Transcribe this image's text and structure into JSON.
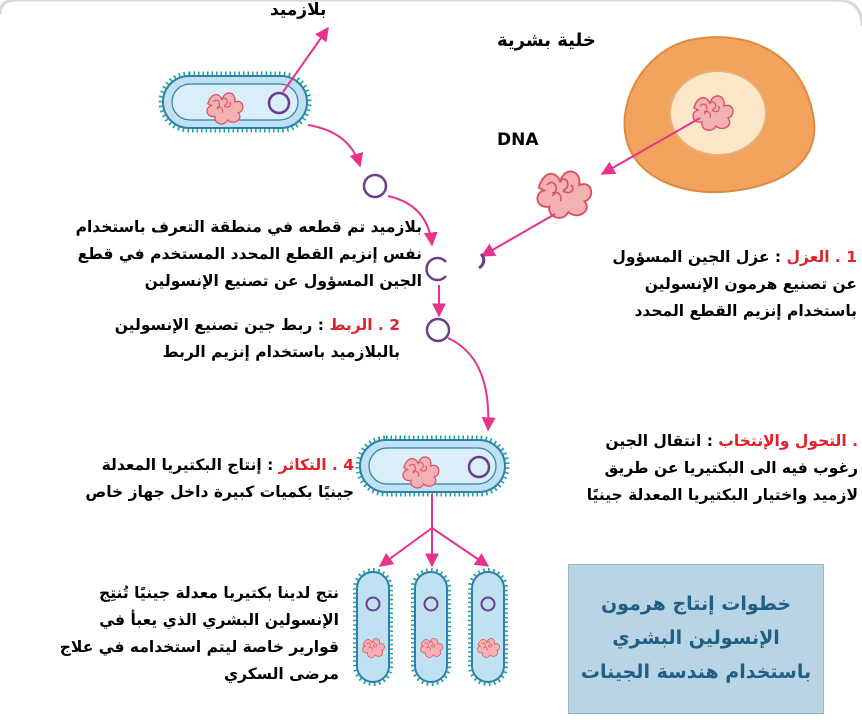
{
  "labels": {
    "plasmid": "بلازميد",
    "human_cell": "خلية بشرية",
    "dna": "DNA"
  },
  "step1": {
    "number": "1 . ",
    "name": "العزل",
    "sep": " : ",
    "line1": "عزل الجين المسؤول",
    "line2": "عن تصنيع هرمون الإنسولين",
    "line3": "باستخدام إنزيم القطع المحدد"
  },
  "cut_note": {
    "line1": "بلازميد تم قطعه في منطقة التعرف باستخدام",
    "line2": "نفس إنزيم القطع المحدد المستخدم في قطع",
    "line3": "الجين المسؤول عن تصنيع الإنسولين"
  },
  "step2": {
    "number": "2 . ",
    "name": "الربط",
    "sep": " : ",
    "line1": "ربط جين تصنيع الإنسولين",
    "line2": "بالبلازميد باستخدام إنزيم الربط"
  },
  "step3": {
    "number": ". ",
    "name": "التحول والإنتخاب",
    "sep": " : ",
    "line1": "انتقال الجين",
    "line2": "رغوب فيه الى البكتيريا عن طريق",
    "line3": "لازميد واختيار البكتيريا المعدلة جينيًا"
  },
  "step4": {
    "number": "4 . ",
    "name": "التكاثر",
    "sep": " : ",
    "line1": "إنتاج البكتيريا المعدلة",
    "line2": "جينيًا بكميات كبيرة داخل جهاز خاص"
  },
  "result": {
    "line1": "نتج لدينا بكتيريا معدلة جينيًا تُنتِج",
    "line2": "الإنسولين البشري الذي يعبأ في",
    "line3": "قوارير خاصة ليتم استخدامه في علاج",
    "line4": "مرضى السكري"
  },
  "title": {
    "line1": "خطوات إنتاج هرمون",
    "line2": "الإنسولين البشري",
    "line3": "باستخدام هندسة الجينات"
  },
  "colors": {
    "arrow": "#e8338a",
    "plasmid": "#6a3d8f",
    "bacterium_fill": "#bfe1f2",
    "bacterium_hairs": "#1fa69a",
    "cell_fill": "#f2a35e",
    "chromosome": "#e6838c",
    "title_bg": "#b9d4e2",
    "title_text": "#1f5f86",
    "step_name": "#e0202a"
  }
}
